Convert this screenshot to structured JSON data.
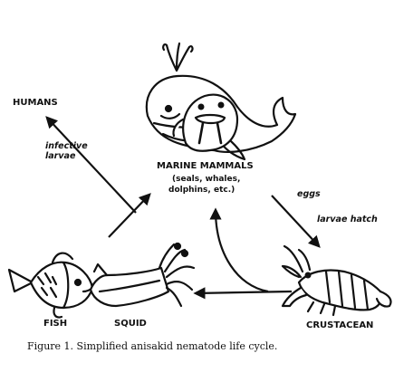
{
  "labels": {
    "humans": "HUMANS",
    "infective": "infective",
    "larvae": "larvae",
    "marine_mammals": "MARINE MAMMALS",
    "mammal_examples_1": "(seals, whales,",
    "mammal_examples_2": "dolphins, etc.)",
    "eggs": "eggs",
    "larvae_hatch": "larvae hatch",
    "fish": "FISH",
    "squid": "SQUID",
    "crustacean": "CRUSTACEAN"
  },
  "caption": "Figure 1. Simplified anisakid nematode life cycle.",
  "colors": {
    "ink": "#111111",
    "background": "#ffffff"
  },
  "icons": [
    "whale-icon",
    "walrus-icon",
    "fish-icon",
    "squid-icon",
    "shrimp-icon"
  ]
}
